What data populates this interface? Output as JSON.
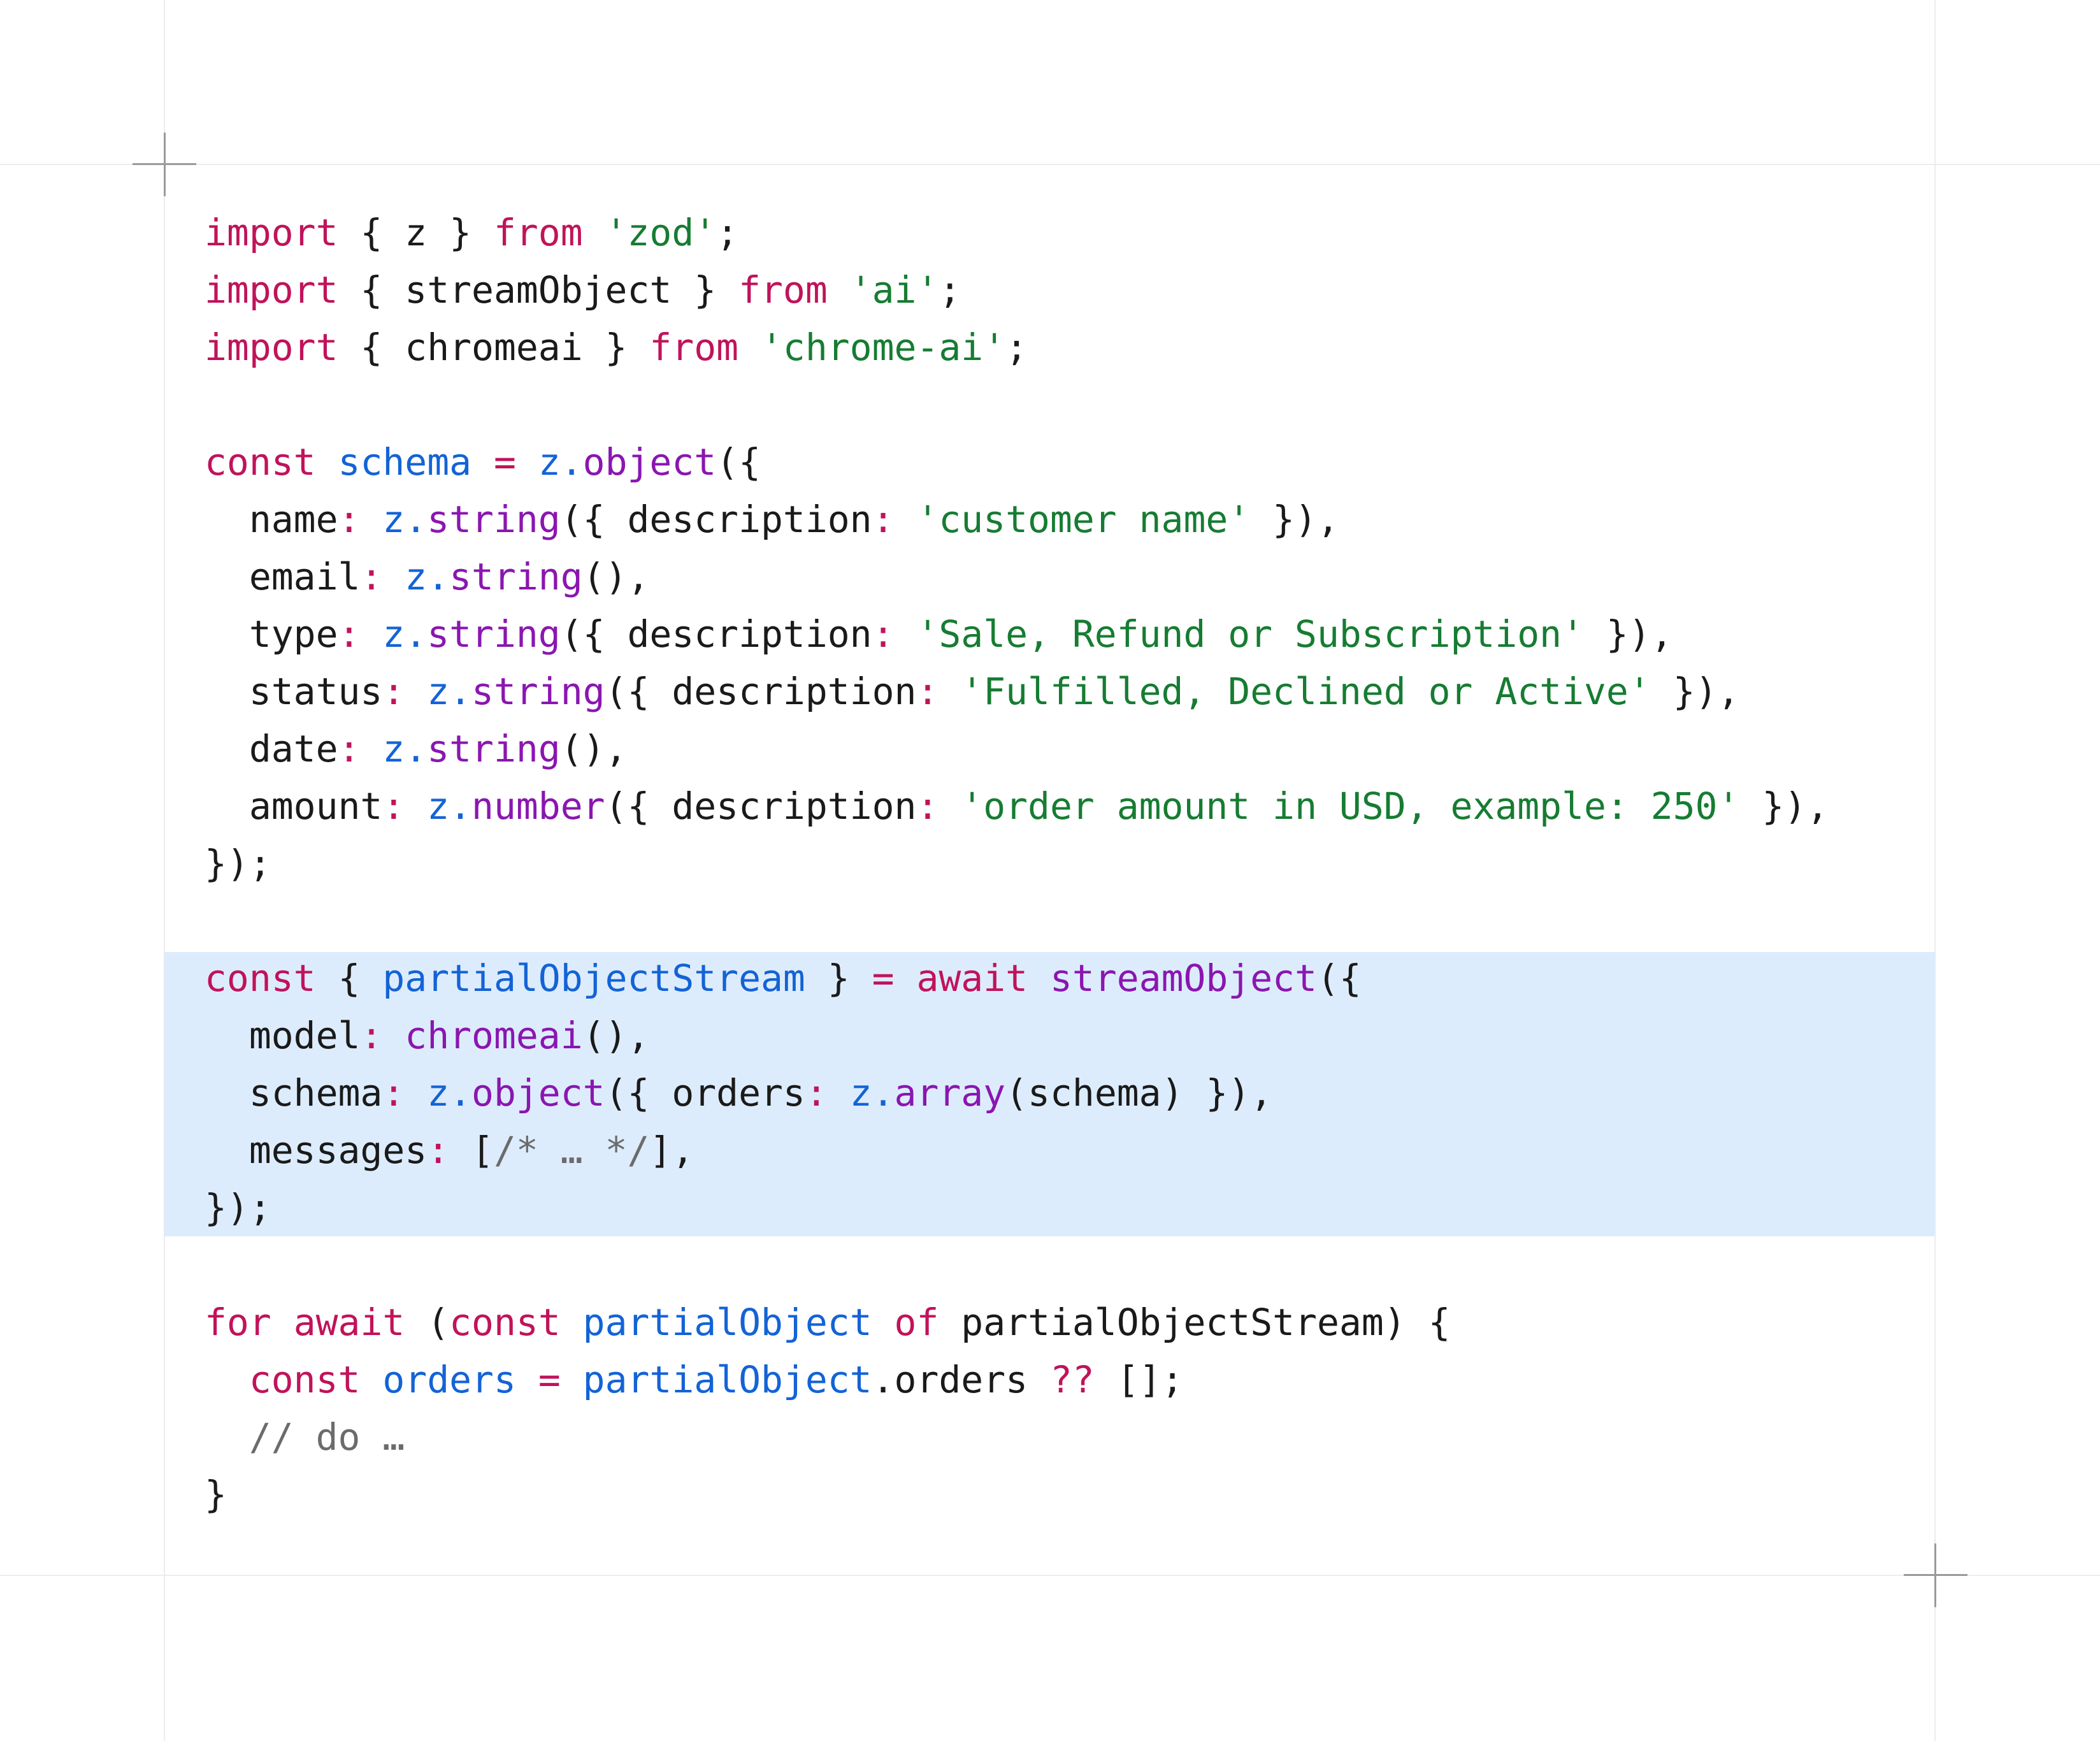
{
  "colors": {
    "keyword": "#c0135a",
    "string": "#167c32",
    "identifier": "#1363d6",
    "function": "#8a16b0",
    "comment": "#6b6b6b",
    "text": "#1a1a1a",
    "highlight": "#ddecfc"
  },
  "code": {
    "highlighted_lines": [
      13,
      14,
      15,
      16,
      17
    ],
    "lines": [
      [
        [
          "kw",
          "import"
        ],
        [
          "pl",
          " { z } "
        ],
        [
          "kw",
          "from"
        ],
        [
          "pl",
          " "
        ],
        [
          "str",
          "'zod'"
        ],
        [
          "pl",
          ";"
        ]
      ],
      [
        [
          "kw",
          "import"
        ],
        [
          "pl",
          " { streamObject } "
        ],
        [
          "kw",
          "from"
        ],
        [
          "pl",
          " "
        ],
        [
          "str",
          "'ai'"
        ],
        [
          "pl",
          ";"
        ]
      ],
      [
        [
          "kw",
          "import"
        ],
        [
          "pl",
          " { chromeai } "
        ],
        [
          "kw",
          "from"
        ],
        [
          "pl",
          " "
        ],
        [
          "str",
          "'chrome-ai'"
        ],
        [
          "pl",
          ";"
        ]
      ],
      [],
      [
        [
          "kw",
          "const"
        ],
        [
          "pl",
          " "
        ],
        [
          "blue",
          "schema"
        ],
        [
          "pl",
          " "
        ],
        [
          "kw",
          "="
        ],
        [
          "pl",
          " "
        ],
        [
          "blue",
          "z"
        ],
        [
          "blue",
          "."
        ],
        [
          "fn",
          "object"
        ],
        [
          "pl",
          "({"
        ]
      ],
      [
        [
          "pl",
          "  name"
        ],
        [
          "kw",
          ":"
        ],
        [
          "pl",
          " "
        ],
        [
          "blue",
          "z."
        ],
        [
          "fn",
          "string"
        ],
        [
          "pl",
          "({ description"
        ],
        [
          "kw",
          ":"
        ],
        [
          "pl",
          " "
        ],
        [
          "str",
          "'customer name'"
        ],
        [
          "pl",
          " }),"
        ]
      ],
      [
        [
          "pl",
          "  email"
        ],
        [
          "kw",
          ":"
        ],
        [
          "pl",
          " "
        ],
        [
          "blue",
          "z."
        ],
        [
          "fn",
          "string"
        ],
        [
          "pl",
          "(),"
        ]
      ],
      [
        [
          "pl",
          "  type"
        ],
        [
          "kw",
          ":"
        ],
        [
          "pl",
          " "
        ],
        [
          "blue",
          "z."
        ],
        [
          "fn",
          "string"
        ],
        [
          "pl",
          "({ description"
        ],
        [
          "kw",
          ":"
        ],
        [
          "pl",
          " "
        ],
        [
          "str",
          "'Sale, Refund or Subscription'"
        ],
        [
          "pl",
          " }),"
        ]
      ],
      [
        [
          "pl",
          "  status"
        ],
        [
          "kw",
          ":"
        ],
        [
          "pl",
          " "
        ],
        [
          "blue",
          "z."
        ],
        [
          "fn",
          "string"
        ],
        [
          "pl",
          "({ description"
        ],
        [
          "kw",
          ":"
        ],
        [
          "pl",
          " "
        ],
        [
          "str",
          "'Fulfilled, Declined or Active'"
        ],
        [
          "pl",
          " }),"
        ]
      ],
      [
        [
          "pl",
          "  date"
        ],
        [
          "kw",
          ":"
        ],
        [
          "pl",
          " "
        ],
        [
          "blue",
          "z."
        ],
        [
          "fn",
          "string"
        ],
        [
          "pl",
          "(),"
        ]
      ],
      [
        [
          "pl",
          "  amount"
        ],
        [
          "kw",
          ":"
        ],
        [
          "pl",
          " "
        ],
        [
          "blue",
          "z."
        ],
        [
          "fn",
          "number"
        ],
        [
          "pl",
          "({ description"
        ],
        [
          "kw",
          ":"
        ],
        [
          "pl",
          " "
        ],
        [
          "str",
          "'order amount in USD, example: 250'"
        ],
        [
          "pl",
          " }),"
        ]
      ],
      [
        [
          "pl",
          "});"
        ]
      ],
      [],
      [
        [
          "kw",
          "const"
        ],
        [
          "pl",
          " { "
        ],
        [
          "blue",
          "partialObjectStream"
        ],
        [
          "pl",
          " } "
        ],
        [
          "kw",
          "="
        ],
        [
          "pl",
          " "
        ],
        [
          "kw",
          "await"
        ],
        [
          "pl",
          " "
        ],
        [
          "fn",
          "streamObject"
        ],
        [
          "pl",
          "({"
        ]
      ],
      [
        [
          "pl",
          "  model"
        ],
        [
          "kw",
          ":"
        ],
        [
          "pl",
          " "
        ],
        [
          "fn",
          "chromeai"
        ],
        [
          "pl",
          "(),"
        ]
      ],
      [
        [
          "pl",
          "  schema"
        ],
        [
          "kw",
          ":"
        ],
        [
          "pl",
          " "
        ],
        [
          "blue",
          "z."
        ],
        [
          "fn",
          "object"
        ],
        [
          "pl",
          "({ orders"
        ],
        [
          "kw",
          ":"
        ],
        [
          "pl",
          " "
        ],
        [
          "blue",
          "z."
        ],
        [
          "fn",
          "array"
        ],
        [
          "pl",
          "(schema) }),"
        ]
      ],
      [
        [
          "pl",
          "  messages"
        ],
        [
          "kw",
          ":"
        ],
        [
          "pl",
          " ["
        ],
        [
          "cm",
          "/* … */"
        ],
        [
          "pl",
          "],"
        ]
      ],
      [
        [
          "pl",
          "});"
        ]
      ],
      [],
      [
        [
          "kw",
          "for"
        ],
        [
          "pl",
          " "
        ],
        [
          "kw",
          "await"
        ],
        [
          "pl",
          " ("
        ],
        [
          "kw",
          "const"
        ],
        [
          "pl",
          " "
        ],
        [
          "blue",
          "partialObject"
        ],
        [
          "pl",
          " "
        ],
        [
          "kw",
          "of"
        ],
        [
          "pl",
          " partialObjectStream) {"
        ]
      ],
      [
        [
          "pl",
          "  "
        ],
        [
          "kw",
          "const"
        ],
        [
          "pl",
          " "
        ],
        [
          "blue",
          "orders"
        ],
        [
          "pl",
          " "
        ],
        [
          "kw",
          "="
        ],
        [
          "pl",
          " "
        ],
        [
          "blue",
          "partialObject"
        ],
        [
          "pl",
          ".orders "
        ],
        [
          "kw",
          "??"
        ],
        [
          "pl",
          " [];"
        ]
      ],
      [
        [
          "pl",
          "  "
        ],
        [
          "cm",
          "// do …"
        ]
      ],
      [
        [
          "pl",
          "}"
        ]
      ]
    ]
  }
}
